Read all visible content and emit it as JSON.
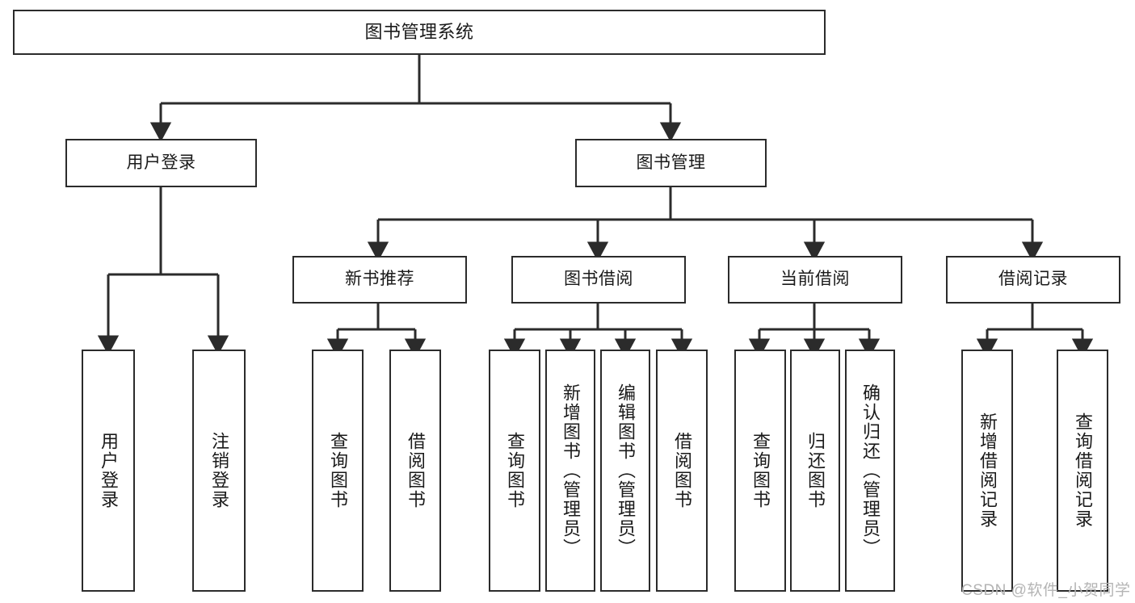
{
  "diagram": {
    "type": "tree-hierarchy-chart",
    "title": "图书管理系统",
    "background_color": "#ffffff",
    "line_color": "#2b2b2b",
    "box_border_color": "#2b2b2b",
    "text_color": "#1a1a1a"
  },
  "root": {
    "label": "图书管理系统"
  },
  "level2": [
    {
      "label": "用户登录"
    },
    {
      "label": "图书管理"
    }
  ],
  "level3": [
    {
      "label": "新书推荐"
    },
    {
      "label": "图书借阅"
    },
    {
      "label": "当前借阅"
    },
    {
      "label": "借阅记录"
    }
  ],
  "leaves": {
    "user_login": [
      {
        "label": "用户登录"
      },
      {
        "label": "注销登录"
      }
    ],
    "new_book_rec": [
      {
        "label": "查询图书"
      },
      {
        "label": "借阅图书"
      }
    ],
    "book_borrow": [
      {
        "label": "查询图书"
      },
      {
        "label": "新增图书（管理员）"
      },
      {
        "label": "编辑图书（管理员）"
      },
      {
        "label": "借阅图书"
      }
    ],
    "current_borrow": [
      {
        "label": "查询图书"
      },
      {
        "label": "归还图书"
      },
      {
        "label": "确认归还（管理员）"
      }
    ],
    "borrow_record": [
      {
        "label": "新增借阅记录"
      },
      {
        "label": "查询借阅记录"
      }
    ]
  },
  "watermark": {
    "text": "CSDN @软件_小贺同学"
  }
}
